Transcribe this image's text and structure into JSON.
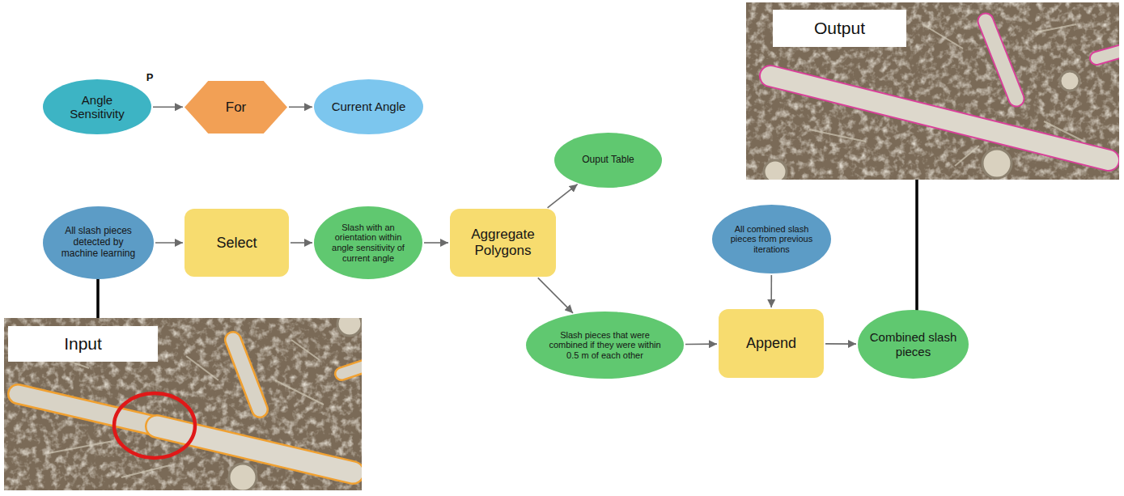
{
  "diagram": {
    "nodes": [
      {
        "text": [
          "Angle Sensitivity"
        ]
      },
      {
        "text": [
          "For"
        ]
      },
      {
        "text": [
          "Current Angle"
        ]
      },
      {
        "text": [
          "All slash pieces detected by machine learning"
        ]
      },
      {
        "text": [
          "Select"
        ]
      },
      {
        "text": [
          "Slash with an orientation within angle sensitivity of current angle"
        ]
      },
      {
        "text": [
          "Aggregate Polygons"
        ]
      },
      {
        "text": [
          "Ouput Table"
        ]
      },
      {
        "text": [
          "Slash pieces that were combined if they were within 0.5 m of each other"
        ]
      },
      {
        "text": [
          "All combined slash pieces from previous iterations"
        ]
      },
      {
        "text": [
          "Append"
        ]
      },
      {
        "text": [
          "Combined slash pieces"
        ]
      }
    ],
    "edges": [
      {
        "from": 0,
        "to": 1,
        "arrow": "to"
      },
      {
        "from": 1,
        "to": 2,
        "arrow": "to"
      },
      {
        "from": 3,
        "to": 4,
        "arrow": "to"
      },
      {
        "from": 4,
        "to": 5,
        "arrow": "to"
      },
      {
        "from": 5,
        "to": 6,
        "arrow": "to"
      },
      {
        "from": 6,
        "to": 7,
        "arrow": "to"
      },
      {
        "from": 6,
        "to": 8,
        "arrow": "to"
      },
      {
        "from": 8,
        "to": 10,
        "arrow": "to"
      },
      {
        "from": 9,
        "to": 10,
        "arrow": "to"
      },
      {
        "from": 10,
        "to": 11,
        "arrow": "to"
      }
    ],
    "labels": [
      "P",
      "Input",
      "Output"
    ]
  }
}
